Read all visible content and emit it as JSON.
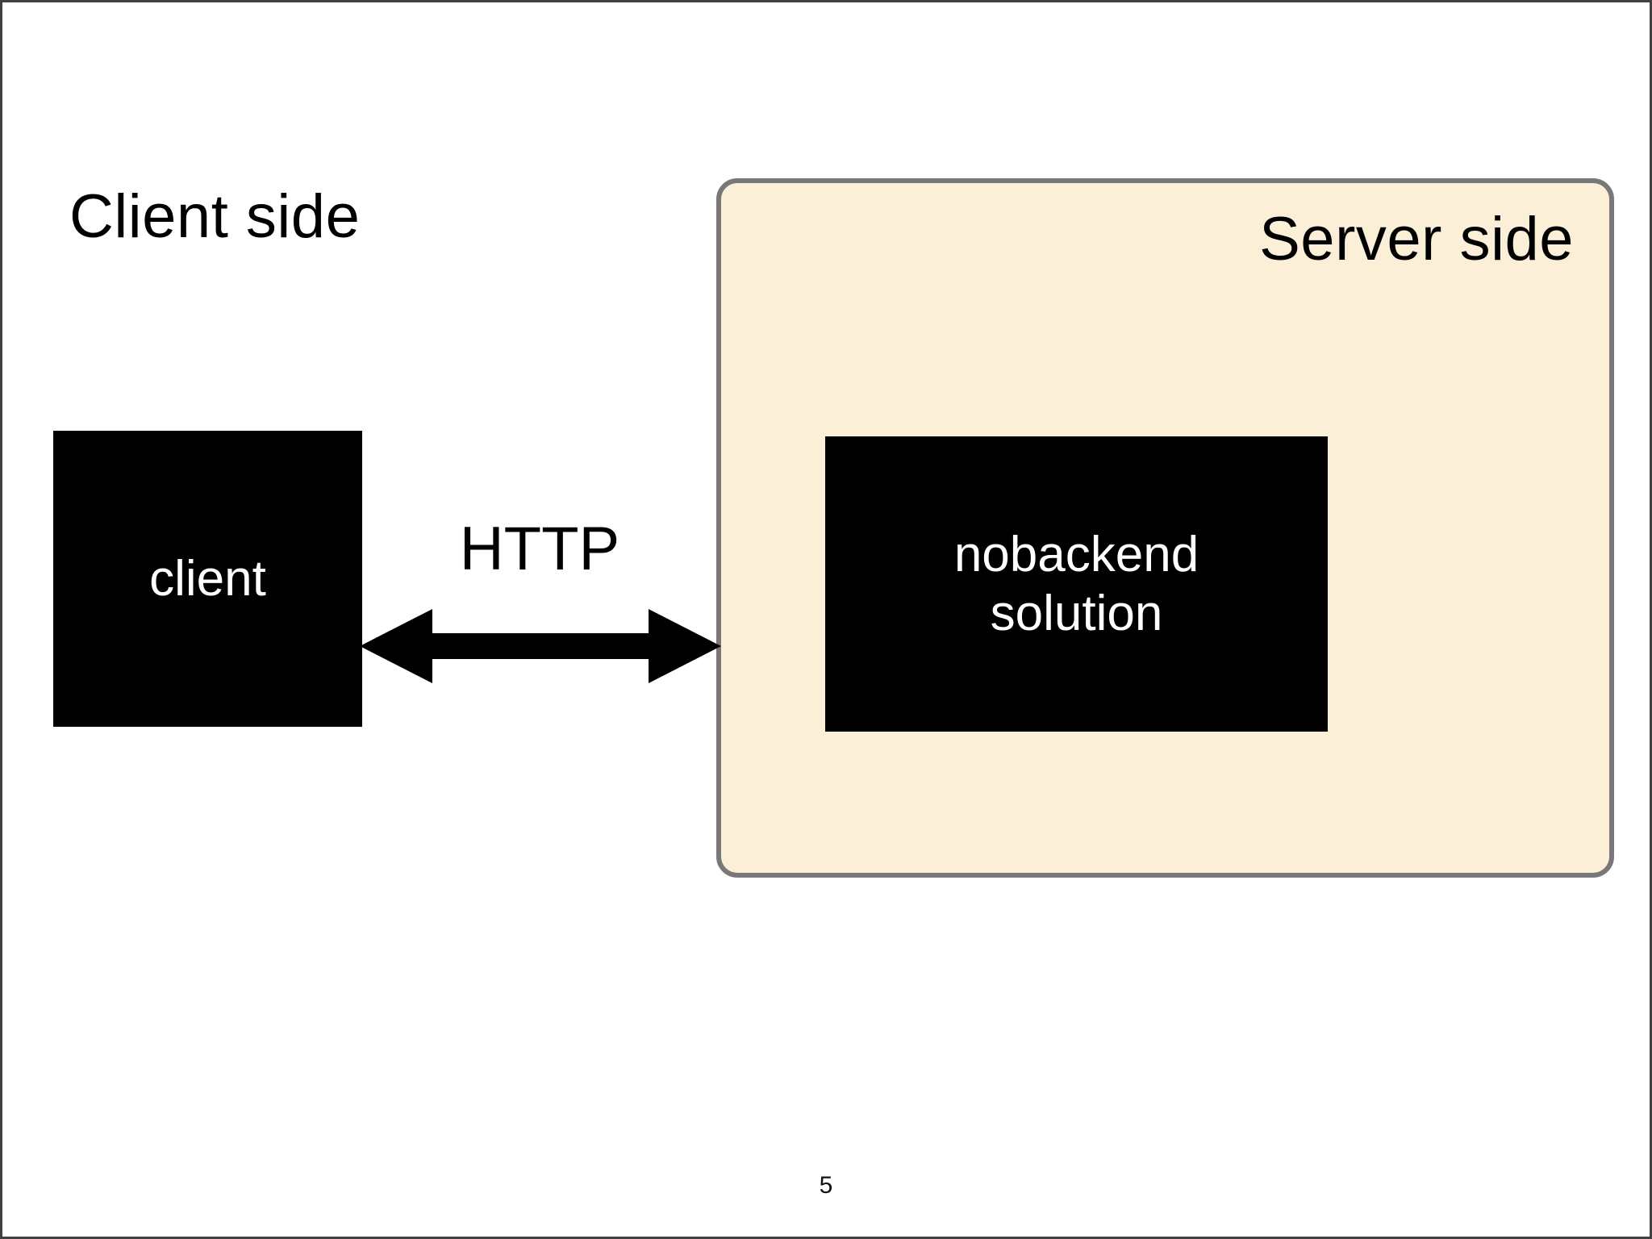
{
  "slide": {
    "page_number": "5",
    "background_color": "#ffffff",
    "frame_border_color": "#3f4044"
  },
  "client_region": {
    "heading": "Client side",
    "box": {
      "label": "client",
      "fill_color": "#000000",
      "text_color": "#ffffff"
    }
  },
  "server_region": {
    "heading": "Server side",
    "panel": {
      "fill_color": "#fcefd8",
      "border_color": "#78787a"
    },
    "box": {
      "label": "nobackend\nsolution",
      "fill_color": "#000000",
      "text_color": "#ffffff"
    }
  },
  "connection": {
    "label": "HTTP",
    "arrow_direction": "bidirectional",
    "arrow_color": "#000000"
  }
}
